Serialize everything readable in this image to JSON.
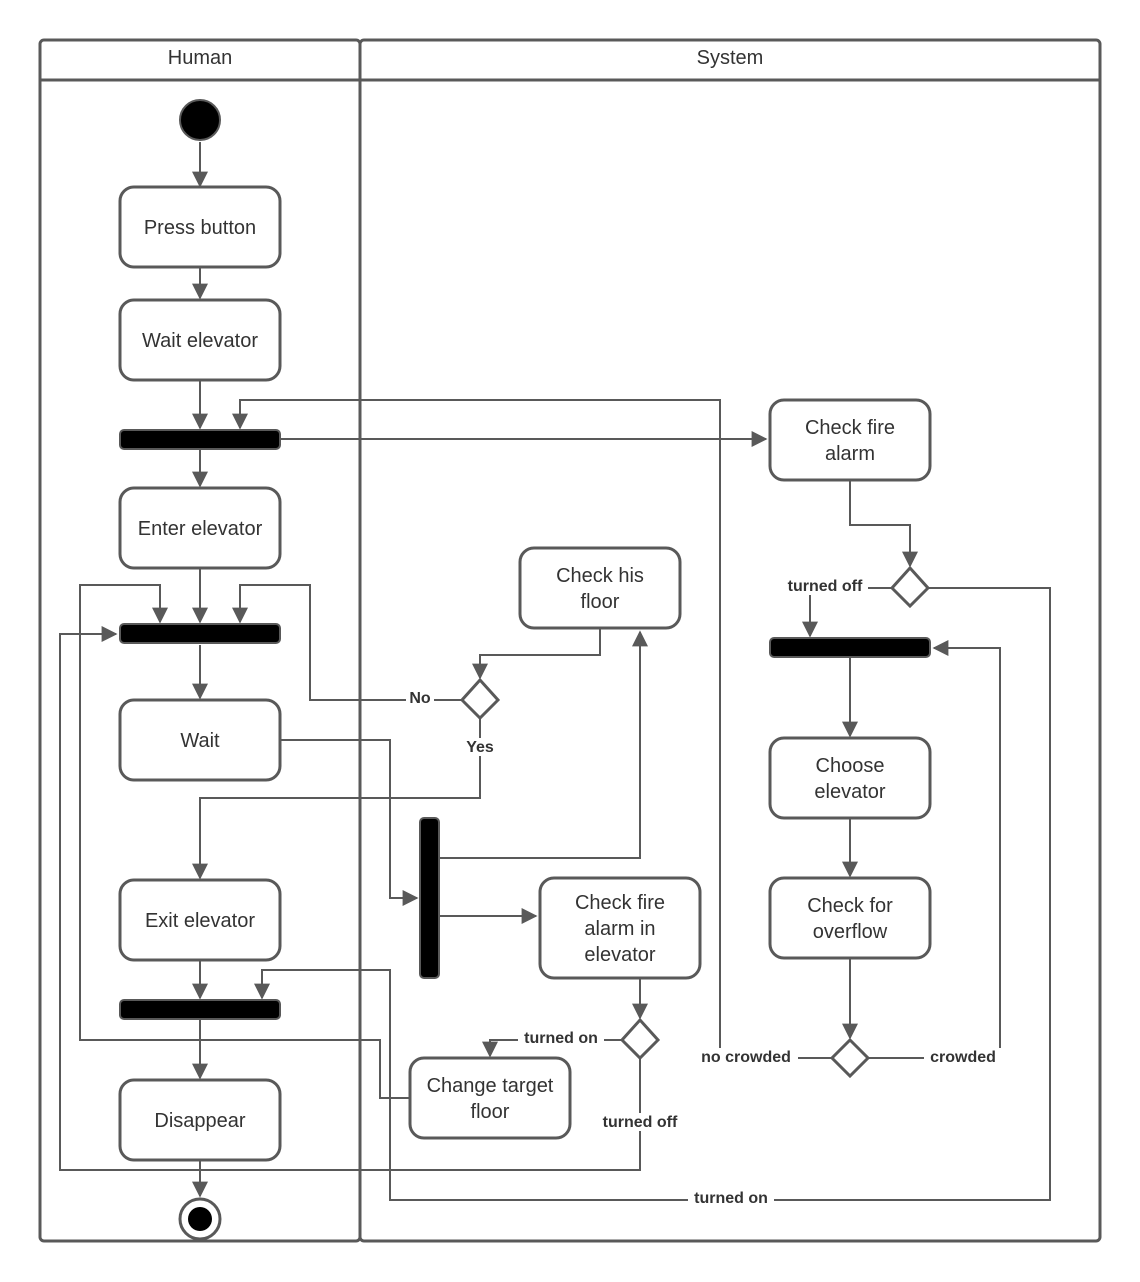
{
  "lanes": {
    "human": "Human",
    "system": "System"
  },
  "nodes": {
    "press_button": [
      "Press button"
    ],
    "wait_elevator": [
      "Wait elevator"
    ],
    "enter_elevator": [
      "Enter elevator"
    ],
    "wait": [
      "Wait"
    ],
    "exit_elevator": [
      "Exit elevator"
    ],
    "disappear": [
      "Disappear"
    ],
    "check_fire_alarm": [
      "Check fire",
      "alarm"
    ],
    "check_his_floor": [
      "Check his",
      "floor"
    ],
    "choose_elevator": [
      "Choose",
      "elevator"
    ],
    "check_overflow": [
      "Check for",
      "overflow"
    ],
    "check_fire_in_elevator": [
      "Check fire",
      "alarm in",
      "elevator"
    ],
    "change_target_floor": [
      "Change target",
      "floor"
    ]
  },
  "guards": {
    "no": "No",
    "yes": "Yes",
    "turned_off_1": "turned off",
    "turned_on_1": "turned on",
    "turned_off_2": "turned off",
    "no_crowded": "no crowded",
    "crowded": "crowded",
    "turned_on_2": "turned on"
  }
}
